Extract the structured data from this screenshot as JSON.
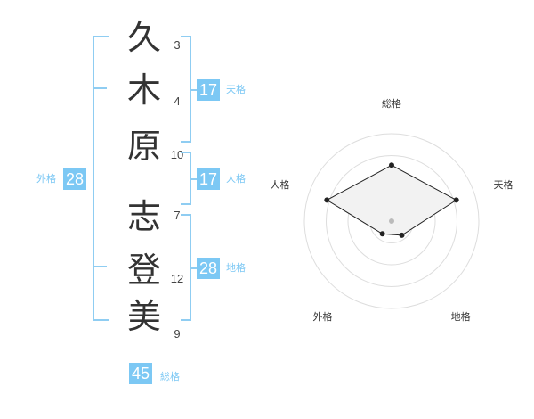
{
  "characters": [
    {
      "char": "久",
      "strokes": "3"
    },
    {
      "char": "木",
      "strokes": "4"
    },
    {
      "char": "原",
      "strokes": "10"
    },
    {
      "char": "志",
      "strokes": "7"
    },
    {
      "char": "登",
      "strokes": "12"
    },
    {
      "char": "美",
      "strokes": "9"
    }
  ],
  "fortunes": {
    "tenkaku": {
      "value": "17",
      "label": "天格"
    },
    "jinkaku": {
      "value": "17",
      "label": "人格"
    },
    "chikaku": {
      "value": "28",
      "label": "地格"
    },
    "gaikaku": {
      "value": "28",
      "label": "外格"
    },
    "soukaku": {
      "value": "45",
      "label": "総格"
    }
  },
  "chart_data": {
    "type": "radar",
    "axes": [
      "総格",
      "天格",
      "地格",
      "外格",
      "人格"
    ],
    "values": [
      0.64,
      0.78,
      0.2,
      0.18,
      0.78
    ],
    "range": [
      0,
      1
    ],
    "rings": 4,
    "colors": {
      "ring": "#dddddd",
      "fill": "#f2f2f2",
      "line": "#222222",
      "center": "#bbbbbb"
    }
  }
}
